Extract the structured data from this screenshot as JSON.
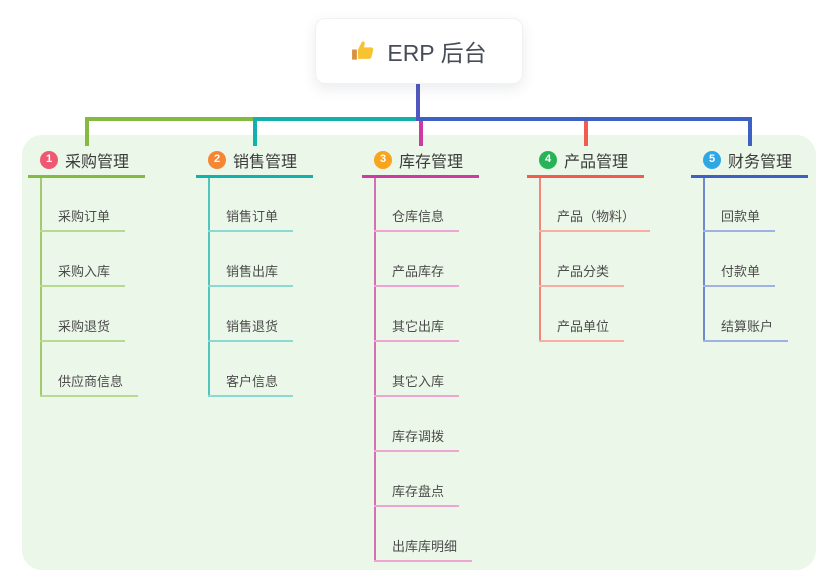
{
  "root": {
    "title": "ERP 后台",
    "icon": "thumbs-up-icon",
    "icon_color": "#f7c331",
    "icon_cuff_color": "#d9903f",
    "card_bg": "#ffffff",
    "connector_color": "#5157c1"
  },
  "panel": {
    "bg": "#ebf7e8"
  },
  "branches": [
    {
      "id": "purchase",
      "badge": "1",
      "badge_color": "#ef5870",
      "color": "#83ba3f",
      "tint": "#b7da90",
      "title": "采购管理",
      "children": [
        "采购订单",
        "采购入库",
        "采购退货",
        "供应商信息"
      ]
    },
    {
      "id": "sales",
      "badge": "2",
      "badge_color": "#f68634",
      "color": "#12b1ad",
      "tint": "#8cd9d4",
      "title": "销售管理",
      "children": [
        "销售订单",
        "销售出库",
        "销售退货",
        "客户信息"
      ]
    },
    {
      "id": "inventory",
      "badge": "3",
      "badge_color": "#f8a41d",
      "color": "#cd3ba0",
      "tint": "#efa5d3",
      "title": "库存管理",
      "children": [
        "仓库信息",
        "产品库存",
        "其它出库",
        "其它入库",
        "库存调拨",
        "库存盘点",
        "出库库明细"
      ]
    },
    {
      "id": "product",
      "badge": "4",
      "badge_color": "#27b357",
      "color": "#f25b4e",
      "tint": "#f8ada5",
      "title": "产品管理",
      "children": [
        "产品（物料）",
        "产品分类",
        "产品单位"
      ]
    },
    {
      "id": "finance",
      "badge": "5",
      "badge_color": "#2fa7e5",
      "color": "#3d60c5",
      "tint": "#a0b1e3",
      "title": "财务管理",
      "children": [
        "回款单",
        "付款单",
        "结算账户"
      ]
    }
  ]
}
